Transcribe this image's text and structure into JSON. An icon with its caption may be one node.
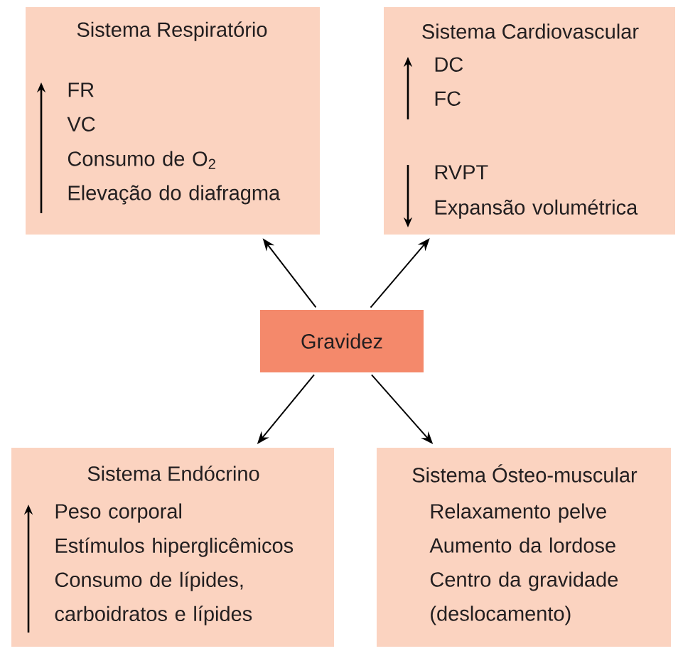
{
  "diagram": {
    "nodes": [
      {
        "text": [
          "Gravidez"
        ]
      },
      {
        "text": [
          "Sistema Respiratório",
          "FR",
          "VC",
          "Consumo de O$_{2}$",
          "Elevação do diafragma"
        ]
      },
      {
        "text": [
          "Sistema Cardiovascular",
          "DC",
          "FC",
          "RVPT",
          "Expansão volumétrica"
        ]
      },
      {
        "text": [
          "Sistema Endócrino",
          "Peso corporal",
          "Estímulos hiperglicêmicos",
          "Consumo de lípides, carboidratos e lípides"
        ]
      },
      {
        "text": [
          "Sistema Ósteo-muscular",
          "Relaxamento pelve",
          "Aumento da lordose",
          "Centro da gravidade (deslocamento)"
        ]
      }
    ],
    "edges": [
      {
        "from": 0,
        "to": 1,
        "arrow": "to"
      },
      {
        "from": 0,
        "to": 2,
        "arrow": "to"
      },
      {
        "from": 0,
        "to": 3,
        "arrow": "to"
      },
      {
        "from": 0,
        "to": 4,
        "arrow": "to"
      }
    ]
  }
}
